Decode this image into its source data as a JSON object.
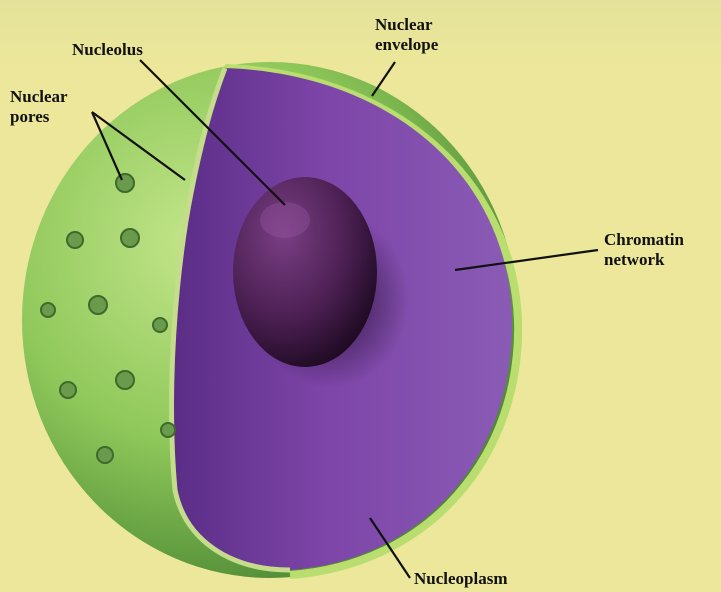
{
  "diagram": {
    "labels": {
      "nuclear_pores": "Nuclear\npores",
      "nucleolus": "Nucleolus",
      "nuclear_envelope": "Nuclear\nenvelope",
      "chromatin_network": "Chromatin\nnetwork",
      "nucleoplasm": "Nucleoplasm"
    },
    "colors": {
      "background": "#ece79a",
      "outer_membrane": "#8ec95a",
      "nucleoplasm": "#7a3fa0",
      "nucleolus": "#4a1e50"
    }
  }
}
